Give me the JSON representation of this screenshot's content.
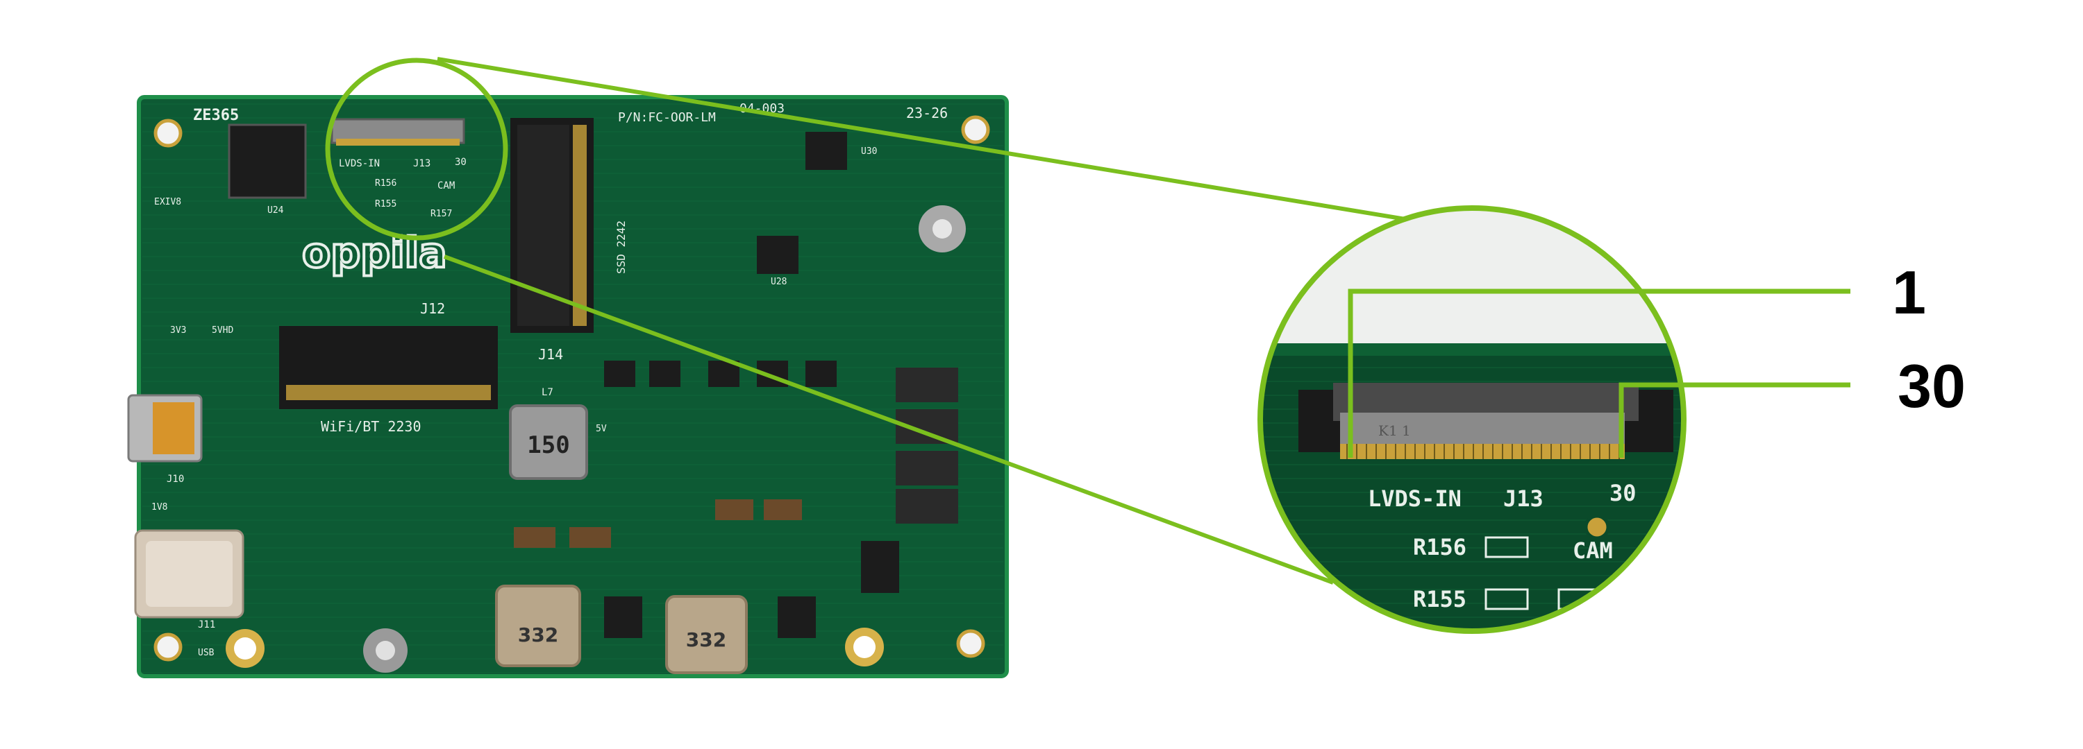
{
  "colors": {
    "background": "#ffffff",
    "board": "#0d5a34",
    "board_dark": "#0a4a2a",
    "board_edge": "#1f8f4a",
    "callout": "#7bbf1e",
    "silkscreen": "#e8f0ea",
    "copper": "#c9a13b",
    "label": "#000000"
  },
  "board": {
    "silkscreen": {
      "model": "ZE365",
      "part_number": "P/N:FC-OOR-LM",
      "revision": "04-003",
      "date_code": "23-26",
      "brand": "oppila",
      "j12_label": "J12",
      "j14_label": "J14",
      "wifi_label": "WiFi/BT 2230",
      "ssd_label": "SSD 2242",
      "lvds_label": "LVDS-IN",
      "j13_label": "J13",
      "pin30_label": "30",
      "cam_label": "CAM",
      "r156_label": "R156",
      "r155_label": "R155",
      "r157_label": "R157",
      "u24_label": "U24",
      "u28_label": "U28",
      "u30_label": "U30",
      "j10_label": "J10",
      "j11_label": "J11",
      "usb_label": "USB",
      "inductor1": "150",
      "inductor2": "332",
      "inductor3": "332",
      "l7_label": "L7",
      "v5_label": "5V",
      "v3_label": "3V3",
      "vhd_label": "5VHD",
      "v18_label": "1V8",
      "exiv_label": "EXIV8"
    }
  },
  "zoom": {
    "lvds_label": "LVDS-IN",
    "j13_label": "J13",
    "pin30_label": "30",
    "cam_label": "CAM",
    "r156_label": "R156",
    "r155_label": "R155",
    "connector_marking": "K1 1"
  },
  "pin_labels": {
    "first": "1",
    "last": "30"
  }
}
